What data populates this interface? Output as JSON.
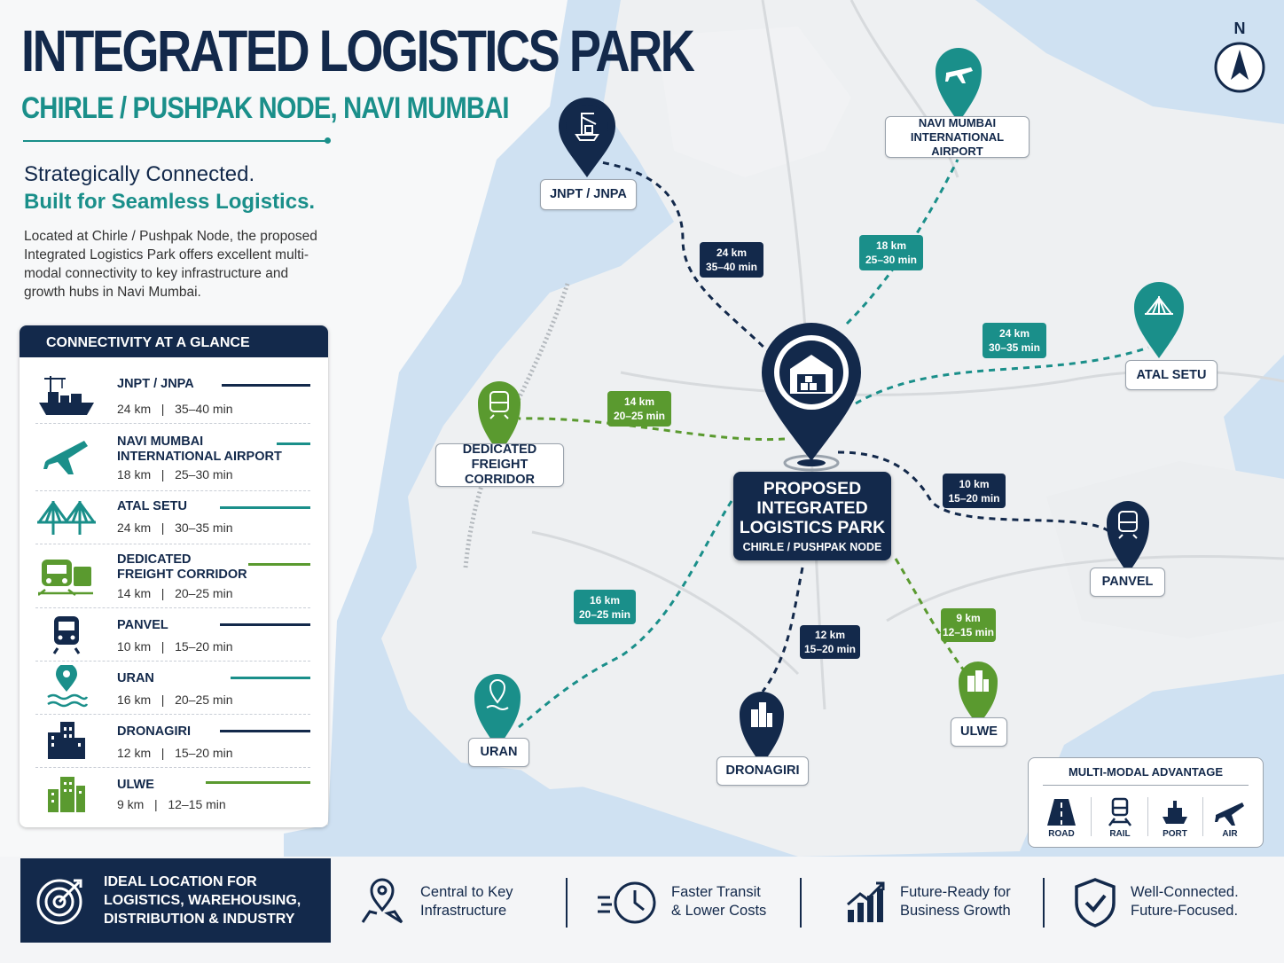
{
  "header": {
    "title": "INTEGRATED LOGISTICS PARK",
    "subtitle": "CHIRLE / PUSHPAK NODE, NAVI MUMBAI",
    "tagline_1": "Strategically Connected.",
    "tagline_2": "Built for Seamless Logistics.",
    "description": "Located at Chirle / Pushpak Node, the proposed Integrated Logistics Park offers excellent multi-modal connectivity to key infrastructure and growth hubs in Navi Mumbai."
  },
  "glance": {
    "heading": "CONNECTIVITY AT A GLANCE",
    "items": [
      {
        "name": "JNPT / JNPA",
        "dist": "24 km   |   35–40 min",
        "icon": "port-ship-icon",
        "color": "#13294b"
      },
      {
        "name": "NAVI MUMBAI\nINTERNATIONAL AIRPORT",
        "dist": "18 km   |   25–30 min",
        "icon": "airplane-icon",
        "color": "#1a8f8a"
      },
      {
        "name": "ATAL SETU",
        "dist": "24 km   |   30–35 min",
        "icon": "bridge-icon",
        "color": "#1a8f8a"
      },
      {
        "name": "DEDICATED\nFREIGHT CORRIDOR",
        "dist": "14 km   |   20–25 min",
        "icon": "freight-train-icon",
        "color": "#5a9a2f"
      },
      {
        "name": "PANVEL",
        "dist": "10 km   |   15–20 min",
        "icon": "train-icon",
        "color": "#13294b"
      },
      {
        "name": "URAN",
        "dist": "16 km   |   20–25 min",
        "icon": "location-water-icon",
        "color": "#1a8f8a"
      },
      {
        "name": "DRONAGIRI",
        "dist": "12 km   |   15–20 min",
        "icon": "buildings-icon",
        "color": "#13294b"
      },
      {
        "name": "ULWE",
        "dist": "9 km   |   12–15 min",
        "icon": "city-buildings-icon",
        "color": "#5a9a2f"
      }
    ]
  },
  "map": {
    "center_title": "PROPOSED\nINTEGRATED\nLOGISTICS PARK",
    "center_sub": "CHIRLE / PUSHPAK NODE",
    "north": "N",
    "destinations": [
      {
        "id": "jnpt",
        "label": "JNPT / JNPA",
        "km": "24 km",
        "time": "35–40 min",
        "color": "navy",
        "icon": "port-crane-icon"
      },
      {
        "id": "airport",
        "label": "NAVI MUMBAI\nINTERNATIONAL AIRPORT",
        "km": "18 km",
        "time": "25–30 min",
        "color": "teal",
        "icon": "airplane-icon"
      },
      {
        "id": "atal",
        "label": "ATAL SETU",
        "km": "24 km",
        "time": "30–35 min",
        "color": "teal",
        "icon": "bridge-icon"
      },
      {
        "id": "dfc",
        "label": "DEDICATED\nFREIGHT CORRIDOR",
        "km": "14 km",
        "time": "20–25 min",
        "color": "green",
        "icon": "train-icon"
      },
      {
        "id": "panvel",
        "label": "PANVEL",
        "km": "10 km",
        "time": "15–20 min",
        "color": "navy",
        "icon": "train-icon"
      },
      {
        "id": "uran",
        "label": "URAN",
        "km": "16 km",
        "time": "20–25 min",
        "color": "teal",
        "icon": "location-water-icon"
      },
      {
        "id": "dronagiri",
        "label": "DRONAGIRI",
        "km": "12 km",
        "time": "15–20 min",
        "color": "navy",
        "icon": "buildings-icon"
      },
      {
        "id": "ulwe",
        "label": "ULWE",
        "km": "9 km",
        "time": "12–15 min",
        "color": "green",
        "icon": "city-buildings-icon"
      }
    ]
  },
  "multimodal": {
    "title": "MULTI-MODAL ADVANTAGE",
    "items": [
      "ROAD",
      "RAIL",
      "PORT",
      "AIR"
    ]
  },
  "footer": {
    "ideal": "IDEAL LOCATION FOR\nLOGISTICS, WAREHOUSING,\nDISTRIBUTION & INDUSTRY",
    "features": [
      "Central to Key\nInfrastructure",
      "Faster Transit\n& Lower Costs",
      "Future-Ready for\nBusiness Growth",
      "Well-Connected.\nFuture-Focused."
    ]
  },
  "colors": {
    "navy": "#13294b",
    "teal": "#1a8f8a",
    "green": "#5a9a2f",
    "water": "#c9def1"
  }
}
